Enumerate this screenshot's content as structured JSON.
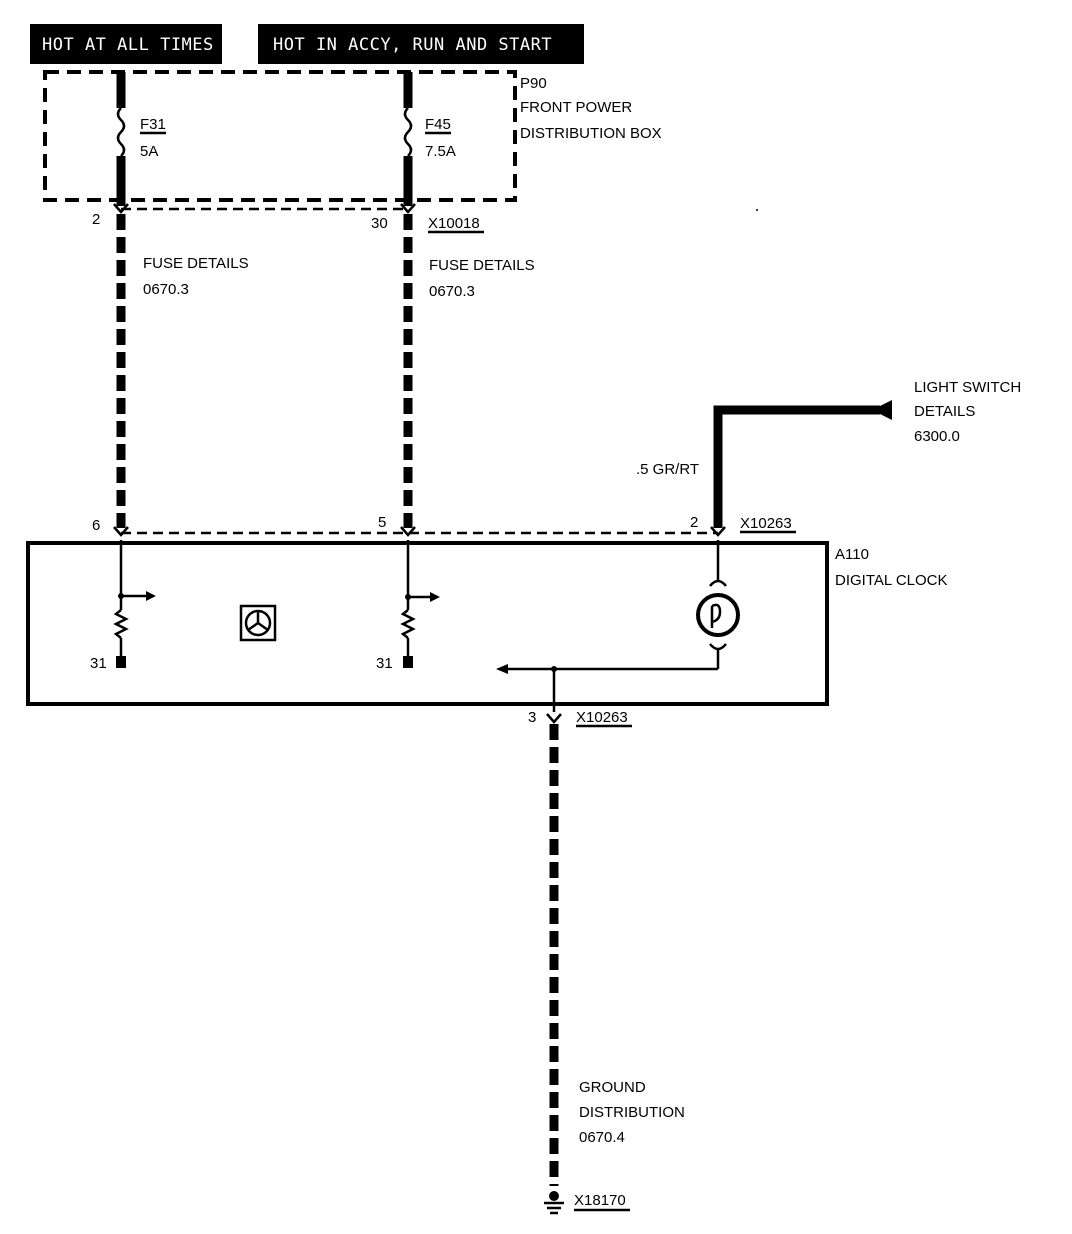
{
  "headers": {
    "hot_always": "HOT AT ALL TIMES",
    "hot_accy": "HOT IN ACCY, RUN AND START"
  },
  "power_box": {
    "id": "P90",
    "line1": "FRONT POWER",
    "line2": "DISTRIBUTION BOX"
  },
  "fuses": {
    "f31": {
      "id": "F31",
      "rating": "5A"
    },
    "f45": {
      "id": "F45",
      "rating": "7.5A"
    }
  },
  "pins": {
    "p2": "2",
    "p30": "30",
    "p6": "6",
    "p5": "5",
    "p2_clock": "2",
    "p31_left": "31",
    "p31_mid": "31",
    "p3": "3"
  },
  "connectors": {
    "x10018": "X10018",
    "x10263_top": "X10263",
    "x10263_bottom": "X10263",
    "x18170": "X18170"
  },
  "fuse_details_left": {
    "line1": "FUSE DETAILS",
    "line2": "0670.3"
  },
  "fuse_details_right": {
    "line1": "FUSE DETAILS",
    "line2": "0670.3"
  },
  "light_switch": {
    "line1": "LIGHT SWITCH",
    "line2": "DETAILS",
    "line3": "6300.0"
  },
  "wire_spec": ".5 GR/RT",
  "clock": {
    "id": "A110",
    "name": "DIGITAL CLOCK"
  },
  "ground": {
    "line1": "GROUND",
    "line2": "DISTRIBUTION",
    "line3": "0670.4"
  }
}
